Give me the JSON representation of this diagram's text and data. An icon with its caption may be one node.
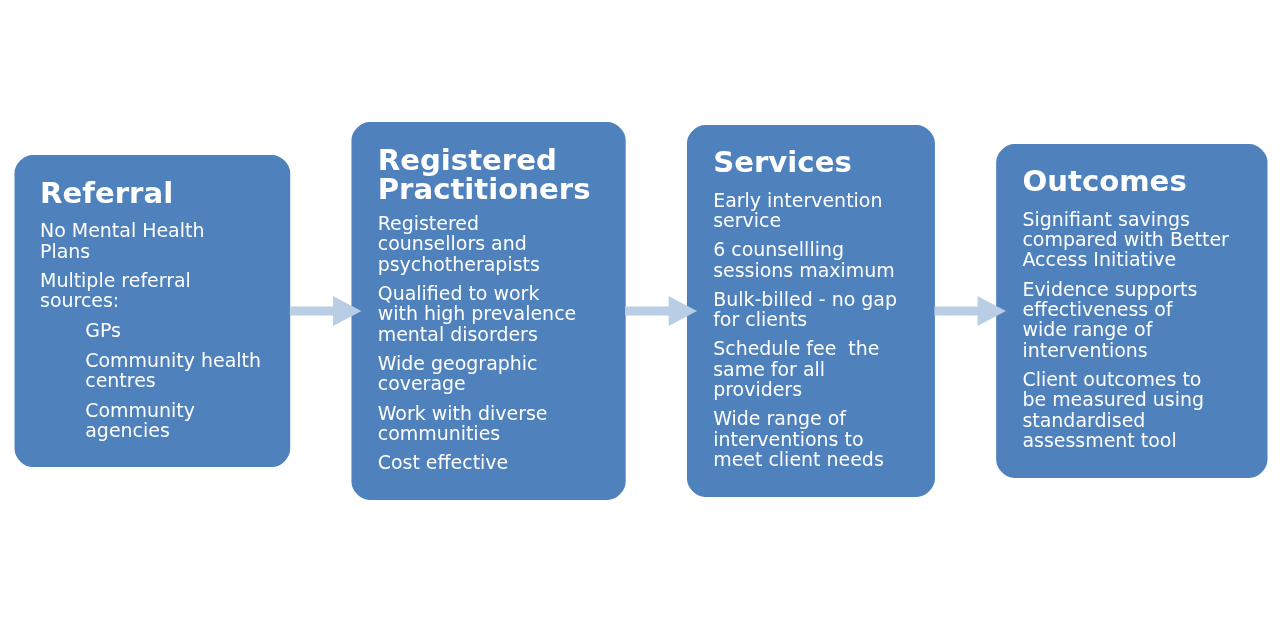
{
  "diagram": {
    "nodes": [
      {
        "text": [
          "Referral",
          "No Mental Health Plans",
          "Multiple referral sources:",
          "GPs",
          "Community health centres",
          "Community agencies"
        ]
      },
      {
        "text": [
          "Registered Practitioners",
          "Registered counsellors and psychotherapists",
          "Qualified to work with high prevalence mental disorders",
          "Wide geographic coverage",
          "Work with diverse communities",
          "Cost effective"
        ]
      },
      {
        "text": [
          "Services",
          "Early intervention service",
          "6 counsellling sessions maximum",
          "Bulk-billed - no gap for clients",
          "Schedule fee  the same for all providers",
          "Wide range of interventions to meet client needs"
        ]
      },
      {
        "text": [
          "Outcomes",
          "Signifiant savings compared with Better Access Initiative",
          "Evidence supports effectiveness of wide range of interventions",
          "Client outcomes to be measured using standardised assessment tool"
        ]
      }
    ],
    "edges": [
      {
        "from": 0,
        "to": 1,
        "arrow": "to"
      },
      {
        "from": 1,
        "to": 2,
        "arrow": "to"
      },
      {
        "from": 2,
        "to": 3,
        "arrow": "to"
      }
    ]
  }
}
